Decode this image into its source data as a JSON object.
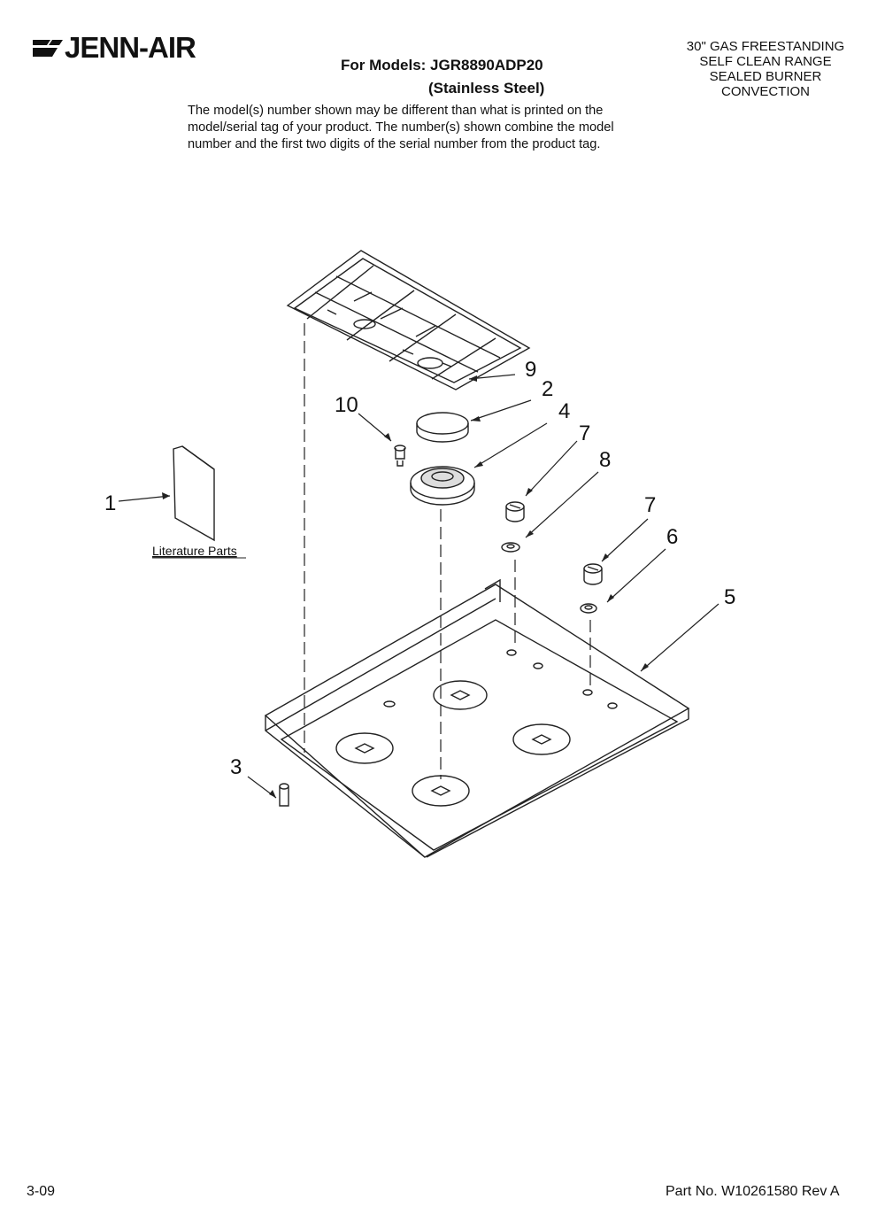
{
  "brand": {
    "logo_text": "JENN-AIR"
  },
  "header": {
    "title": "For Models: JGR8890ADP20",
    "subtitle": "(Stainless Steel)"
  },
  "product_description": [
    "30\" GAS FREESTANDING",
    "SELF CLEAN RANGE",
    "SEALED BURNER",
    "CONVECTION"
  ],
  "disclaimer_lines": [
    "The model(s) number shown may be different than what is printed on the",
    "model/serial tag of your product. The number(s) shown combine the model",
    "number and the first two digits of the serial number from the product tag."
  ],
  "diagram": {
    "callouts": [
      "1",
      "2",
      "3",
      "4",
      "5",
      "6",
      "7",
      "7",
      "8",
      "9",
      "10"
    ],
    "literature_label": "Literature Parts"
  },
  "footer": {
    "date": "3-09",
    "part_number": "Part No. W10261580 Rev A"
  }
}
